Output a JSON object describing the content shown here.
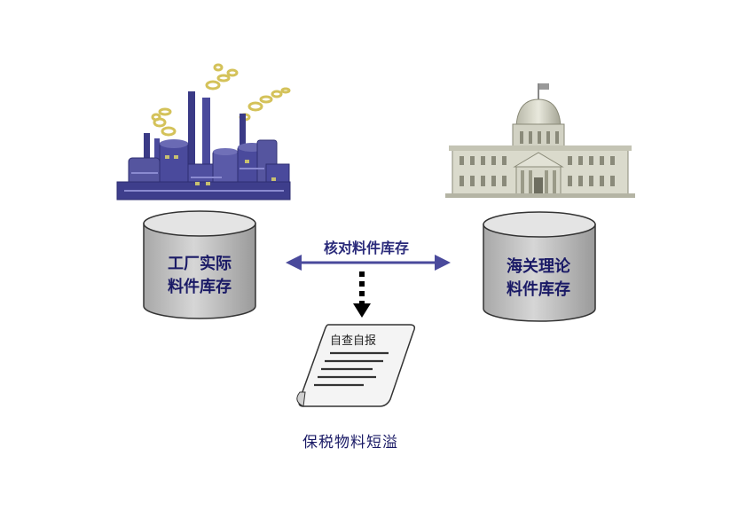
{
  "factory_inventory": {
    "line1": "工厂实际",
    "line2": "料件库存"
  },
  "customs_inventory": {
    "line1": "海关理论",
    "line2": "料件库存"
  },
  "verification": {
    "label": "核对料件库存"
  },
  "declaration": {
    "label": "自查自报"
  },
  "result": {
    "label": "保税物料短溢"
  },
  "colors": {
    "factory": "#4a4a9c",
    "factory_dark": "#2e2e72",
    "smoke": "#d8c860",
    "building": "#d8d8cc",
    "building_dark": "#a8a896",
    "cylinder_body": "#c8c8c8",
    "cylinder_top": "#e6e6e6",
    "arrow": "#4a4a9c"
  },
  "icons": [
    "factory-icon",
    "customs-building-icon",
    "document-icon"
  ]
}
